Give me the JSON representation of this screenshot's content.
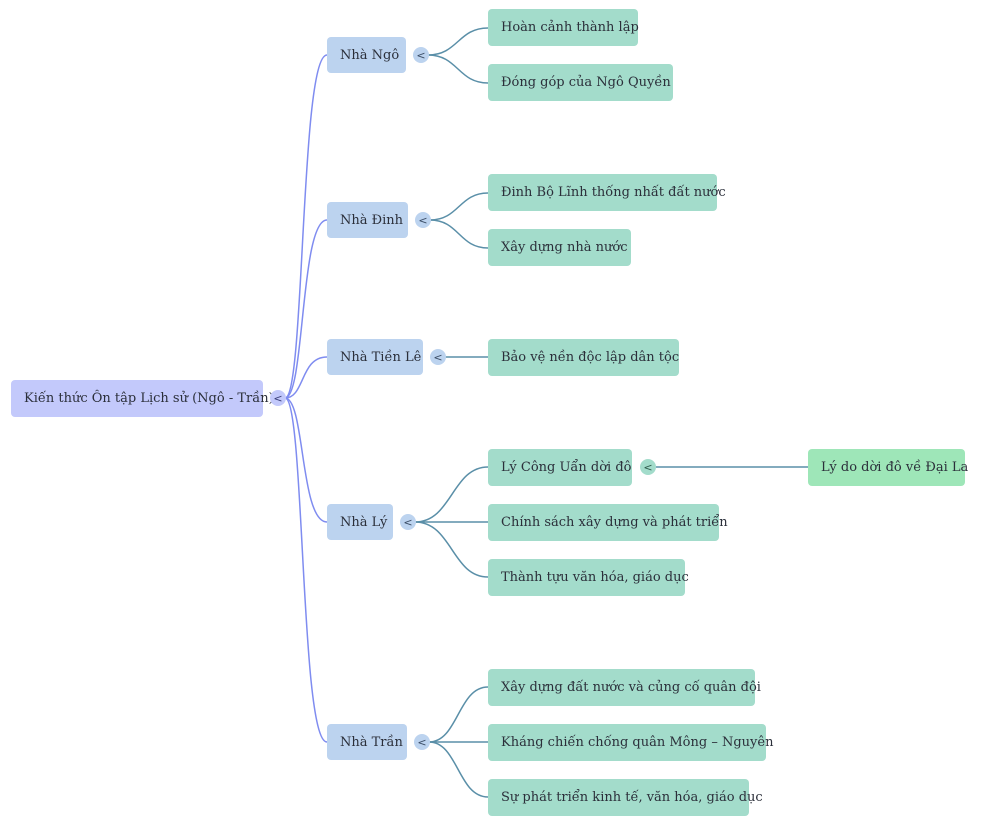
{
  "mindmap": {
    "root": "Kiến thức Ôn tập Lịch sử (Ngô - Trần)",
    "collapse_symbol": "<",
    "colors": {
      "root": "#c3c9fb",
      "level1": "#bcd3ef",
      "level2": "#a3dccb",
      "level3": "#9ee6b8",
      "root_links": "#7f8cf0",
      "child_links": "#5a8fa8"
    },
    "branches": [
      {
        "label": "Nhà Ngô",
        "children": [
          {
            "label": "Hoàn cảnh thành lập"
          },
          {
            "label": "Đóng góp của Ngô Quyền"
          }
        ]
      },
      {
        "label": "Nhà Đinh",
        "children": [
          {
            "label": "Đinh Bộ Lĩnh thống nhất đất nước"
          },
          {
            "label": "Xây dựng nhà nước"
          }
        ]
      },
      {
        "label": "Nhà Tiền Lê",
        "children": [
          {
            "label": "Bảo vệ nền độc lập dân tộc"
          }
        ]
      },
      {
        "label": "Nhà Lý",
        "children": [
          {
            "label": "Lý Công Uẩn dời đô",
            "children": [
              {
                "label": "Lý do dời đô về Đại La"
              }
            ]
          },
          {
            "label": "Chính sách xây dựng và phát triển"
          },
          {
            "label": "Thành tựu văn hóa, giáo dục"
          }
        ]
      },
      {
        "label": "Nhà Trần",
        "children": [
          {
            "label": "Xây dựng đất nước và củng cố quân đội"
          },
          {
            "label": "Kháng chiến chống quân Mông – Nguyên"
          },
          {
            "label": "Sự phát triển kinh tế, văn hóa, giáo dục"
          }
        ]
      }
    ]
  }
}
